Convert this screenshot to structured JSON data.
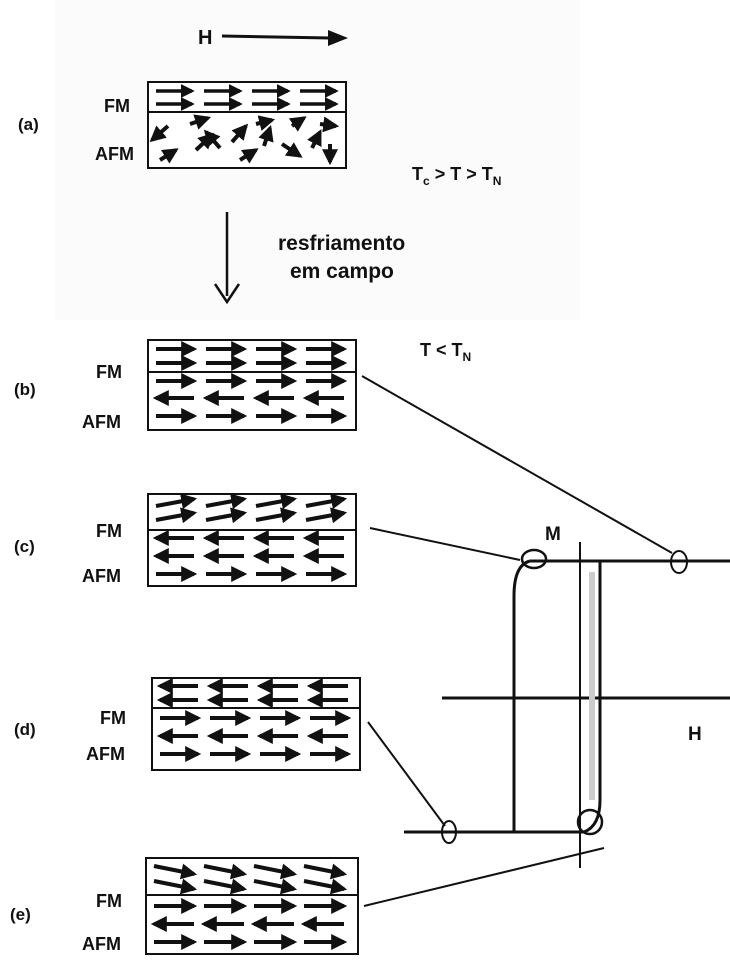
{
  "field_label": "H",
  "condition_a": {
    "main": "T",
    "sub1": "c",
    "mid": " > T > T",
    "sub2": "N"
  },
  "process_label": {
    "line1": "resfriamento",
    "line2": "em campo"
  },
  "condition_b": {
    "main": "T < T",
    "sub": "N"
  },
  "axis_labels": {
    "m": "M",
    "h": "H"
  },
  "panels": [
    {
      "id": "a",
      "label": "(a)",
      "fm": "FM",
      "afm": "AFM"
    },
    {
      "id": "b",
      "label": "(b)",
      "fm": "FM",
      "afm": "AFM"
    },
    {
      "id": "c",
      "label": "(c)",
      "fm": "FM",
      "afm": "AFM"
    },
    {
      "id": "d",
      "label": "(d)",
      "fm": "FM",
      "afm": "AFM"
    },
    {
      "id": "e",
      "label": "(e)",
      "fm": "FM",
      "afm": "AFM"
    }
  ],
  "colors": {
    "ink": "#111111",
    "background": "#ffffff",
    "panel_shade": "#f6f6f6"
  }
}
